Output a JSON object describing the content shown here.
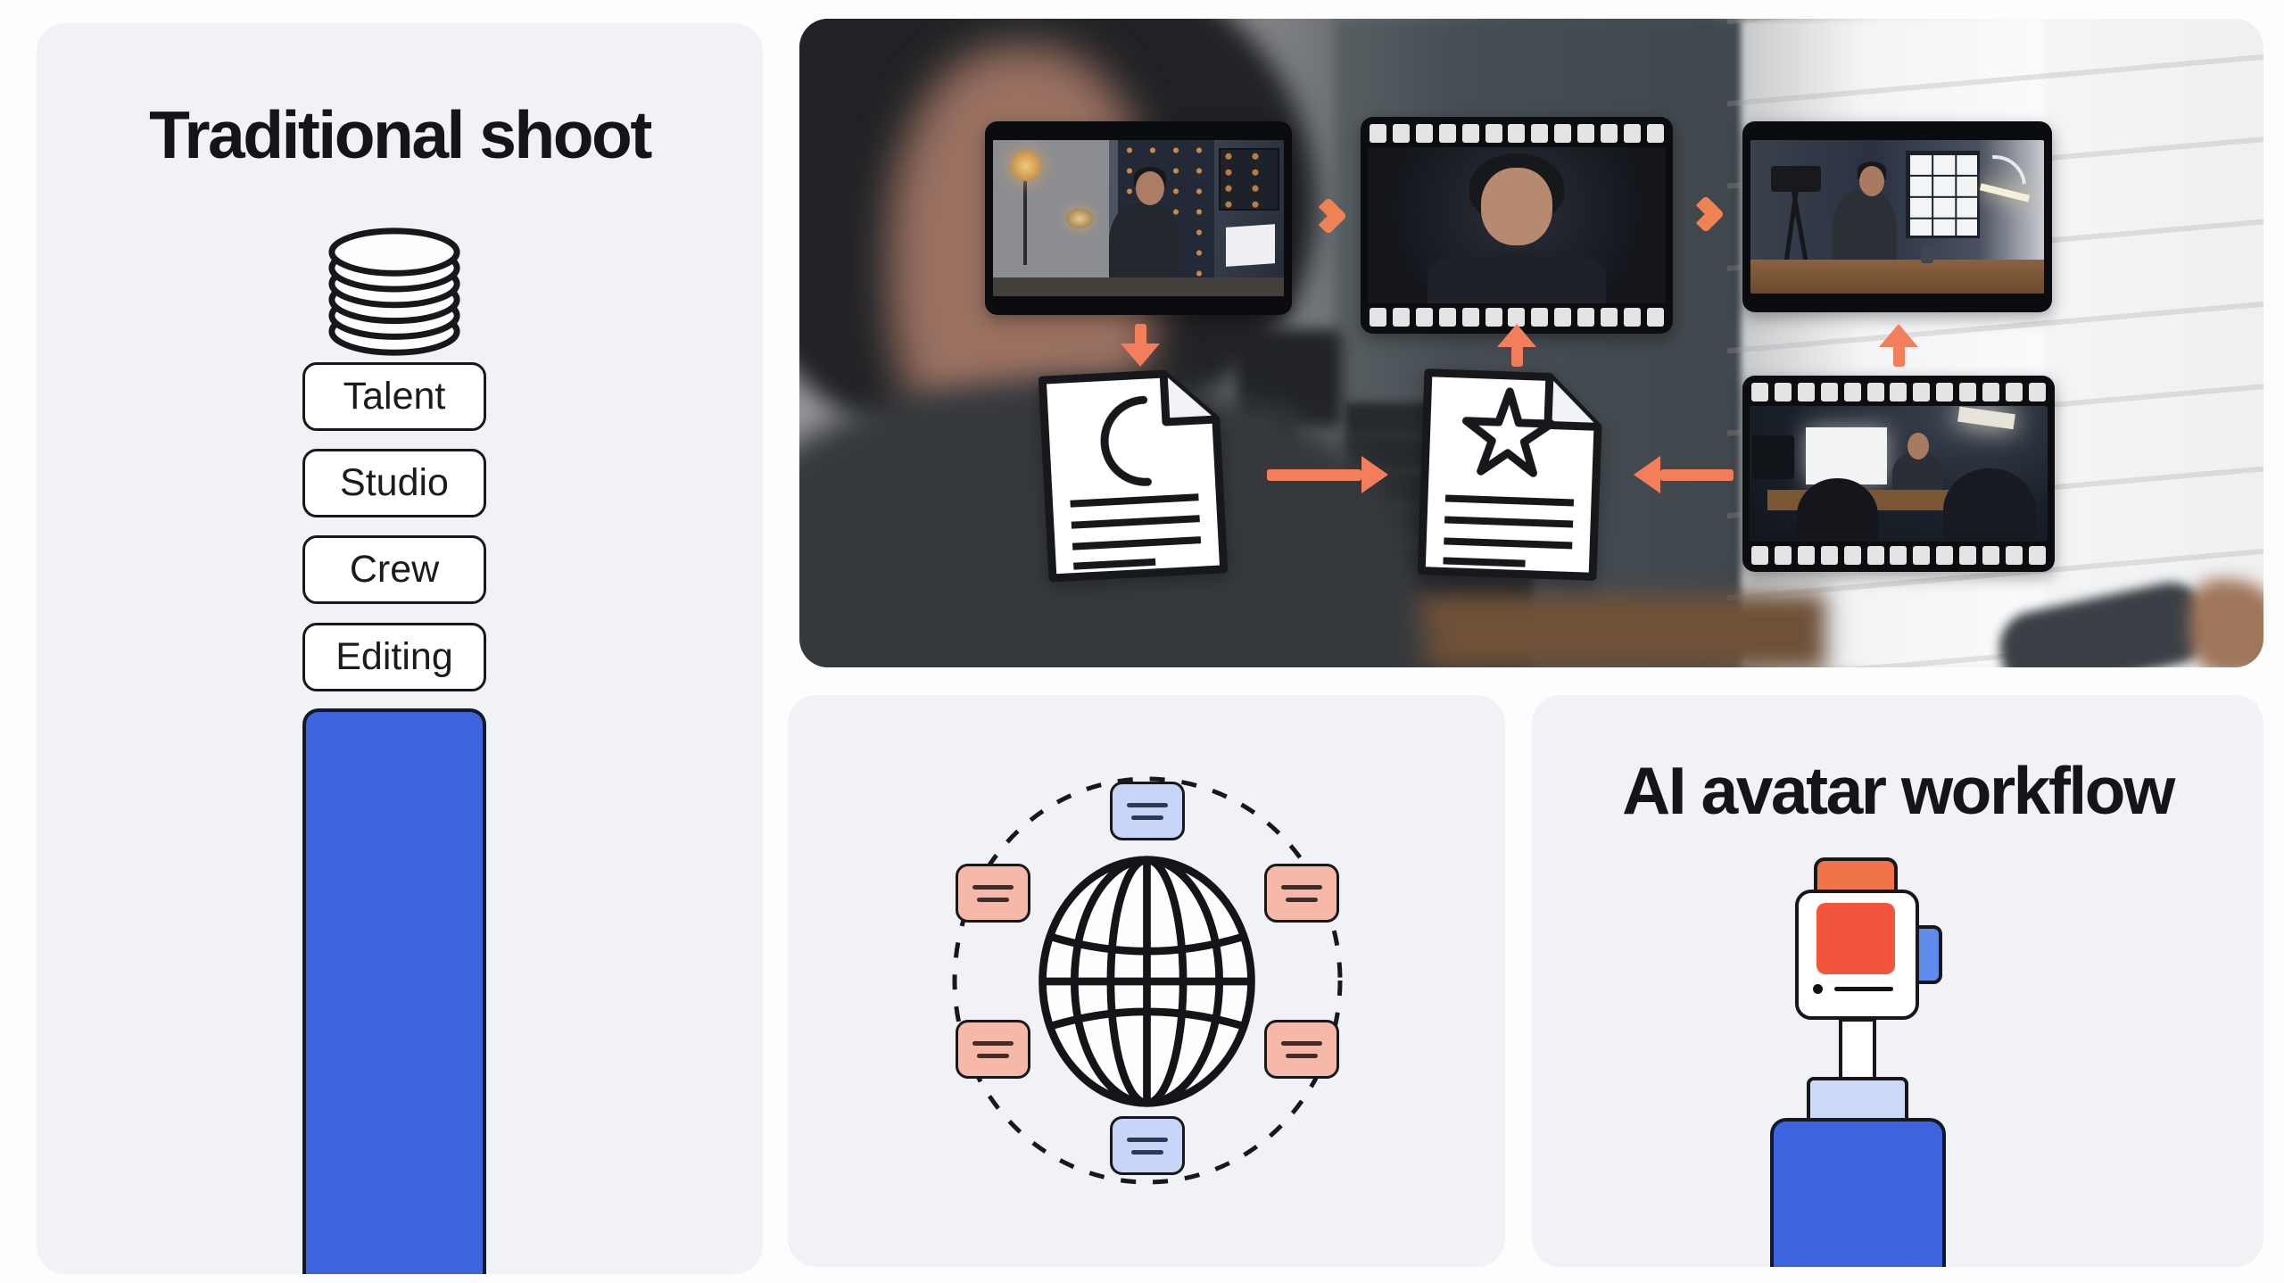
{
  "colors": {
    "page-bg": "#FDFDFE",
    "card-bg": "#F0F2F5",
    "accent-blue": "#3D64DE",
    "accent-orange": "#F37E5B",
    "chevron-orange": "#EF8255",
    "chip-blue": "#C7D6F8",
    "chip-salmon": "#F6B9A9",
    "outline": "#17181B"
  },
  "left_panel": {
    "title": "Traditional shoot",
    "icon": "coin-stack-icon",
    "cost_factors": [
      "Talent",
      "Studio",
      "Crew",
      "Editing"
    ],
    "cost_bar": {
      "color": "#3D64DE",
      "style": "tall vertical bar, cut at card bottom"
    }
  },
  "workflow_panel": {
    "background": "blurred over-shoulder photo of a person in a studio with camera tripod and bright window",
    "frames": [
      {
        "icon": "video-frame-icon",
        "content": "man seated at desk in dark studio"
      },
      {
        "icon": "film-strip-icon",
        "content": "close-up of man's face"
      },
      {
        "icon": "video-frame-icon",
        "content": "man at desk filmed by tripod camera near window"
      },
      {
        "icon": "film-strip-icon",
        "content": "interview scene with bright screen and two viewers"
      }
    ],
    "documents": [
      {
        "icon": "moon-script-icon",
        "lines": 4
      },
      {
        "icon": "star-script-icon",
        "lines": 4
      }
    ],
    "arrows": [
      "chevron-right",
      "chevron-right",
      "down",
      "right",
      "up",
      "left",
      "up"
    ]
  },
  "globe_panel": {
    "icon": "globe-icon",
    "ring": "dashed-circle",
    "chips": [
      {
        "color": "blue",
        "position": "top"
      },
      {
        "color": "salmon",
        "position": "upper-left"
      },
      {
        "color": "salmon",
        "position": "upper-right"
      },
      {
        "color": "salmon",
        "position": "lower-left"
      },
      {
        "color": "salmon",
        "position": "lower-right"
      },
      {
        "color": "blue",
        "position": "bottom"
      }
    ]
  },
  "ai_panel": {
    "title": "AI avatar workflow",
    "icon": "ai-camera-robot-icon"
  }
}
